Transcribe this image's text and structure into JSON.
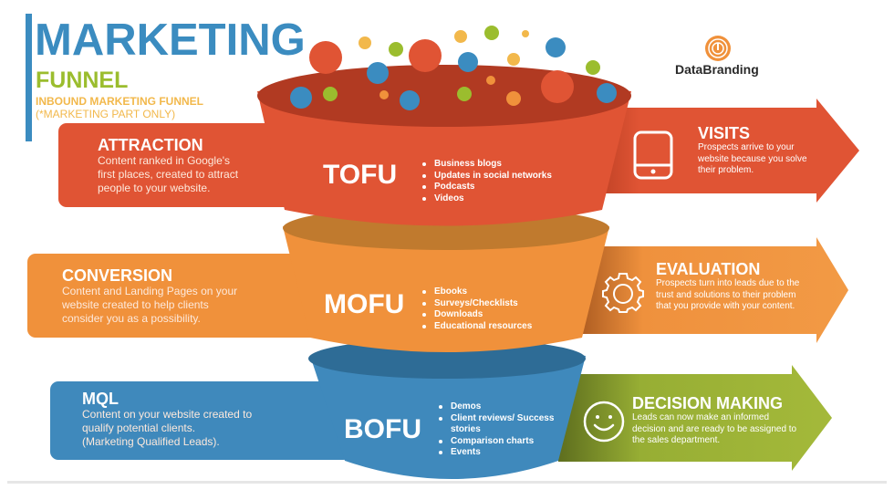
{
  "header": {
    "title": "MARKETING",
    "subtitle": "FUNNEL",
    "tagline": "INBOUND MARKETING FUNNEL",
    "note": "(*MARKETING PART ONLY)"
  },
  "logo": {
    "icon": "databranding-logo-icon",
    "name": "DataBranding"
  },
  "colors": {
    "blue": "#3b8cc0",
    "green": "#9bbd2e",
    "yellow": "#f2b84b",
    "red": "#e05434",
    "orange": "#f0913b",
    "funnel_blue": "#3f89bc",
    "olive": "#9db33a"
  },
  "left_labels": [
    {
      "title": "ATTRACTION",
      "lines": [
        "Content ranked in Google's",
        "first places, created to attract",
        "people to your website."
      ]
    },
    {
      "title": "CONVERSION",
      "lines": [
        "Content and Landing Pages on your",
        "website created to help clients",
        "consider you as a possibility."
      ]
    },
    {
      "title": "MQL",
      "lines": [
        "Content on your website created to",
        "qualify potential clients.",
        "(Marketing Qualified Leads)."
      ]
    }
  ],
  "stages": [
    {
      "name": "TOFU",
      "items": [
        "Business blogs",
        "Updates in social networks",
        "Podcasts",
        "Videos"
      ]
    },
    {
      "name": "MOFU",
      "items": [
        "Ebooks",
        "Surveys/Checklists",
        "Downloads",
        "Educational resources"
      ]
    },
    {
      "name": "BOFU",
      "items": [
        "Demos",
        "Client reviews/ Success stories",
        "Comparison charts",
        "Events"
      ]
    }
  ],
  "right_arrows": [
    {
      "icon": "tablet-icon",
      "title": "VISITS",
      "lines": [
        "Prospects arrive to your",
        "website because you solve",
        "their problem."
      ]
    },
    {
      "icon": "gear-icon",
      "title": "EVALUATION",
      "lines": [
        "Prospects turn into leads due to the",
        "trust and solutions to their problem",
        "that you provide with your content."
      ]
    },
    {
      "icon": "smiley-icon",
      "title": "DECISION MAKING",
      "lines": [
        "Leads can now make an informed",
        "decision and are ready to be assigned to",
        "the sales department."
      ]
    }
  ]
}
